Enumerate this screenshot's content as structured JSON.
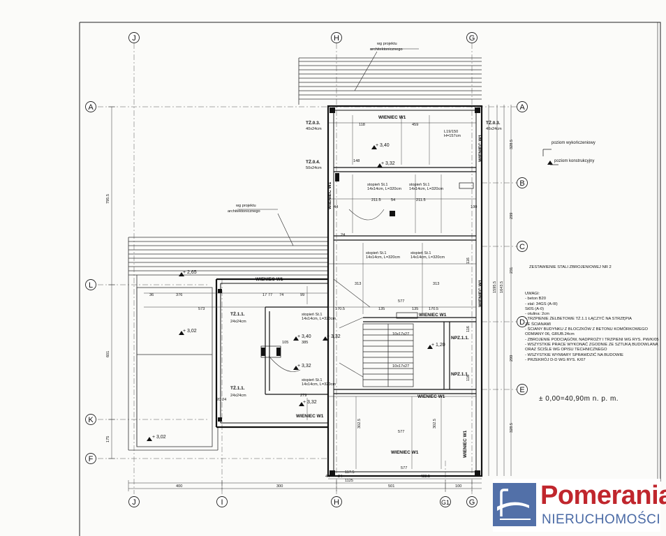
{
  "grid": {
    "columns_top": [
      "J",
      "H",
      "G"
    ],
    "columns_bottom": [
      "J",
      "I",
      "H",
      "G1",
      "G"
    ],
    "rows_left": [
      "A",
      "L",
      "K",
      "F"
    ],
    "rows_right": [
      "A",
      "B",
      "C",
      "D",
      "E"
    ]
  },
  "annotations": {
    "arch_ref_1": "wg projektu",
    "arch_ref_1b": "architektonicznego",
    "arch_ref_2": "wg projektu",
    "arch_ref_2b": "architektonicznego",
    "tz03_left": "TŻ.0.3.",
    "tz03_left_size": "40x24cm",
    "tz03_right": "TŻ.0.3.",
    "tz03_right_size": "40x24cm",
    "tz04": "TŻ.0.4.",
    "tz04_size": "50x24cm",
    "tz11_top": "TŻ.1.1.",
    "tz11_top_size": "24x24cm",
    "tz11_bottom": "TŻ.1.1.",
    "tz11_bottom_size": "24x24cm",
    "npz_1": "NPZ.1.1.",
    "npz_2": "NPZ.1.1.",
    "wieniec_top": "WIENIEC W1",
    "wieniec_mid_left": "WIENIEC W1",
    "wieniec_mid": "WIENIEC W1",
    "wieniec_low": "WIENIEC W1",
    "wieniec_low_left": "WIENIEC W1",
    "wieniec_bottom": "WIENIEC W1",
    "wieniec_vert_1": "WIENIEC W1",
    "wieniec_vert_2": "WIENIEC W1",
    "wieniec_vert_3": "WIENIEC W1",
    "wieniec_vert_4": "WIENIEC W1",
    "level_340": "+ 3,40",
    "level_332_a": "+ 3,32",
    "level_265": "+ 2,65",
    "level_302_a": "+ 3,02",
    "level_340_b": "+ 3,40",
    "level_332_b": "+ 3,32",
    "level_332_c": "+ 3,32",
    "level_332_d": "+ 3,32",
    "level_302_b": "+ 3,02",
    "level_120": "+ 1,20",
    "stairs_1": "10x17x27",
    "stairs_2": "10x17x27",
    "stopien_1": "stopień St.1",
    "stopien_1_spec": "14x14cm, L=320cm",
    "stopien_2": "stopień St.1",
    "stopien_2_spec": "14x14cm, L=320cm",
    "stopien_3": "stopień St.1",
    "stopien_3_spec": "14x14cm, L=320cm",
    "stopien_4": "stopień St.1",
    "stopien_4_spec": "14x14cm, L=320cm",
    "stopien_5": "stopień St.1",
    "stopien_5_spec": "14x14cm, L=320cm",
    "stopien_6": "stopień St.1",
    "stopien_6_spec": "14x14cm, L=320cm",
    "l19_150": "L19/150",
    "h_157": "H=157cm"
  },
  "dimensions": {
    "top": [
      "459",
      "118",
      "148",
      "211.5",
      "54",
      "211.5"
    ],
    "mid": [
      "577",
      "313",
      "313",
      "135",
      "135",
      "170.5",
      "170.5"
    ],
    "left_chain": [
      "376",
      "573",
      "36",
      "385",
      "279"
    ],
    "bottom_chain": [
      "400",
      "300",
      "501",
      "100"
    ],
    "bottom_total": "1125",
    "bottom_sub": [
      "44",
      "24",
      "117.5",
      "483.5"
    ],
    "bottom_chain2": [
      "577",
      "302.5",
      "302.5",
      "577"
    ],
    "right_vertical": [
      "328.5",
      "299",
      "231",
      "299",
      "328.5",
      "1643.5",
      "1595.5"
    ],
    "left_vertical": [
      "795.5",
      "601",
      "175"
    ],
    "inner": [
      "100",
      "116",
      "116",
      "116",
      "99",
      "74",
      "105",
      "44",
      "24",
      "20",
      "24",
      "77",
      "17"
    ]
  },
  "legend": {
    "finished_level": "poziom wykończeniowy",
    "structural_level": "poziom konstrukcyjny"
  },
  "notes": {
    "title": "ZESTAWIENIE STALI ZBROJENIOWEJ NR 2",
    "header": "UWAGI:",
    "lines": [
      "- beton B20",
      "- stal: 34GS (A-III)",
      "         St0S (A-0)",
      "- otulina: 2cm",
      "- TRZPIENIE ŻELBETOWE TŻ.1.1 ŁĄCZYĆ NA STRZĘPIA",
      "  ZE ŚCIANAMI",
      "- ŚCIANY BUDYNKU Z BLOCZKÓW Z BETONU KOMÓRKOWEGO",
      "  ODMIANY 06, GRUB.24cm",
      "- ZBROJENIE PODCIĄGÓW, NADPROŻY I TRZPIENI WG RYS. PW/K/05",
      "- WSZYSTKIE PRACE WYKONAĆ ZGODNIE ZE SZTUKĄ BUDOWLANĄ",
      "  ORAZ ŚCIŚLE WG OPISU TECHNICZNEGO",
      "- WSZYSTKIE WYMIARY SPRAWDZIĆ NA BUDOWIE",
      "- PRZEKRÓJ D-D WG RYS. K/07"
    ],
    "datum": "± 0,00=40,90m n. p. m."
  },
  "logo": {
    "name": "Pomerania",
    "sub": "NIERUCHOMOŚCI"
  },
  "colors": {
    "paper": "#fbfbf9",
    "ink": "#111111",
    "logo_blue": "#5270a8",
    "logo_red": "#c0262d"
  }
}
